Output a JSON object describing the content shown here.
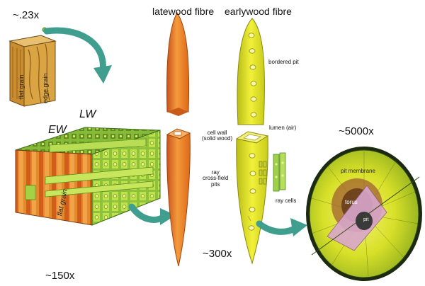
{
  "scales": {
    "block": "~.23x",
    "cells": "~150x",
    "fibres": "~300x",
    "pit": "~5000x"
  },
  "headings": {
    "latewood": "latewood fibre",
    "earlywood": "earlywood fibre"
  },
  "block_labels": {
    "flat_grain": "flat grain",
    "edge_grain": "edge grain"
  },
  "cell_labels": {
    "ew": "EW",
    "lw": "LW",
    "flat_grain": "flat grain"
  },
  "fibre_labels": {
    "cell_wall": "cell wall\n(solid wood)",
    "lumen": "lumen (air)",
    "bordered_pit": "bordered pit",
    "ray_pits": "ray\ncross-field\npits",
    "ray_cells": "ray cells"
  },
  "pit_labels": {
    "pit_membrane": "pit membrane",
    "torus": "torus",
    "pit": "pit"
  },
  "colors": {
    "latewood": "#f07a1e",
    "earlywood": "#e2e21c",
    "cell_green": "#7fb534",
    "wood_tan": "#d9a441",
    "arrow": "#3f9e8e"
  }
}
